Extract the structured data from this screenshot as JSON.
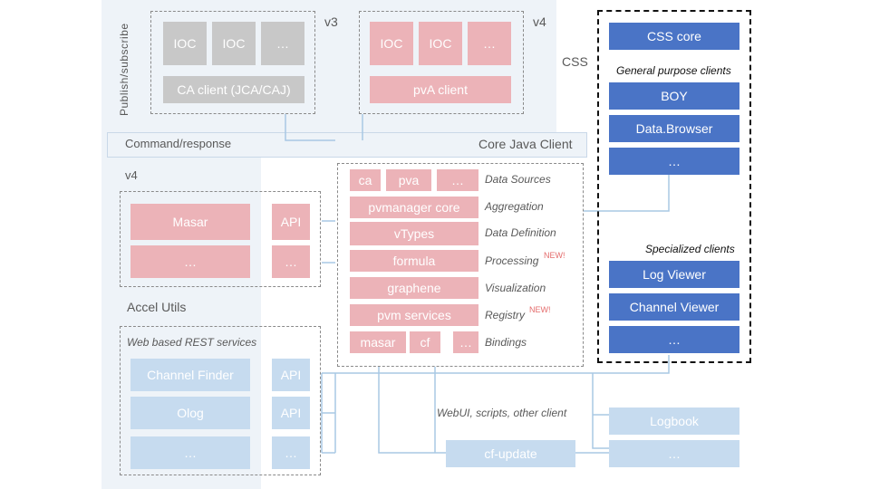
{
  "labels": {
    "publish_subscribe": "Publish/subscribe",
    "v3": "v3",
    "v4_top": "v4",
    "css": "CSS",
    "command_response": "Command/response",
    "core_java_client": "Core Java Client",
    "v4_left": "v4",
    "accel_utils": "Accel Utils",
    "web_rest": "Web based REST services",
    "general_purpose": "General purpose clients",
    "specialized": "Specialized clients",
    "webui": "WebUI, scripts, other client"
  },
  "v3_group": {
    "ioc1": "IOC",
    "ioc2": "IOC",
    "more": "…",
    "client": "CA client (JCA/CAJ)"
  },
  "v4_group": {
    "ioc1": "IOC",
    "ioc2": "IOC",
    "more": "…",
    "client": "pvA client"
  },
  "masar_group": {
    "masar": "Masar",
    "masar_api": "API",
    "more": "…",
    "more_api": "…"
  },
  "rest_group": {
    "cf": "Channel Finder",
    "cf_api": "API",
    "olog": "Olog",
    "olog_api": "API",
    "more": "…",
    "more_api": "…"
  },
  "core_stack": {
    "ca": "ca",
    "pva": "pva",
    "more_ds": "…",
    "pvmanager": "pvmanager core",
    "vtypes": "vTypes",
    "formula": "formula",
    "graphene": "graphene",
    "pvm_services": "pvm services",
    "masar": "masar",
    "cf": "cf",
    "more_bind": "…"
  },
  "layers": {
    "data_sources": "Data Sources",
    "aggregation": "Aggregation",
    "data_definition": "Data Definition",
    "processing": "Processing",
    "processing_new": "NEW!",
    "visualization": "Visualization",
    "registry": "Registry",
    "registry_new": "NEW!",
    "bindings": "Bindings"
  },
  "css_clients": {
    "css_core": "CSS core",
    "boy": "BOY",
    "databrowser": "Data.Browser",
    "more_general": "…",
    "log_viewer": "Log Viewer",
    "channel_viewer": "Channel Viewer",
    "more_special": "…"
  },
  "bottom": {
    "cf_update": "cf-update",
    "logbook": "Logbook",
    "more": "…"
  },
  "colors": {
    "pink": "#ecb3b8",
    "blue": "#4a74c6",
    "light_blue": "#c6dbef",
    "panel": "#eef3f8",
    "gray": "#c8c8c8",
    "connector": "#a9c8e4",
    "new_badge": "#e46c6c"
  }
}
